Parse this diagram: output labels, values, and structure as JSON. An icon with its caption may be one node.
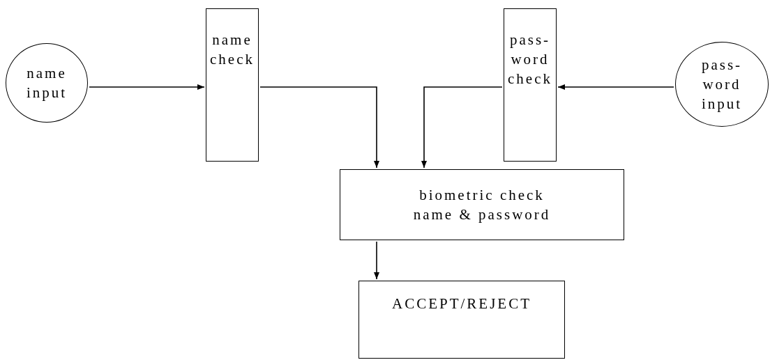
{
  "diagram": {
    "nodes": [
      {
        "text": [
          "name input"
        ]
      },
      {
        "text": [
          "name check"
        ]
      },
      {
        "text": [
          "pass- word check"
        ]
      },
      {
        "text": [
          "pass- word input"
        ]
      },
      {
        "text": [
          "biometric check name & password"
        ]
      },
      {
        "text": [
          "ACCEPT/REJECT"
        ]
      }
    ],
    "edges": [
      {
        "from": 0,
        "to": 1,
        "arrow": "to"
      },
      {
        "from": 1,
        "to": 4,
        "arrow": "to"
      },
      {
        "from": 2,
        "to": 4,
        "arrow": "to"
      },
      {
        "from": 3,
        "to": 2,
        "arrow": "to"
      },
      {
        "from": 4,
        "to": 5,
        "arrow": "to"
      }
    ]
  }
}
